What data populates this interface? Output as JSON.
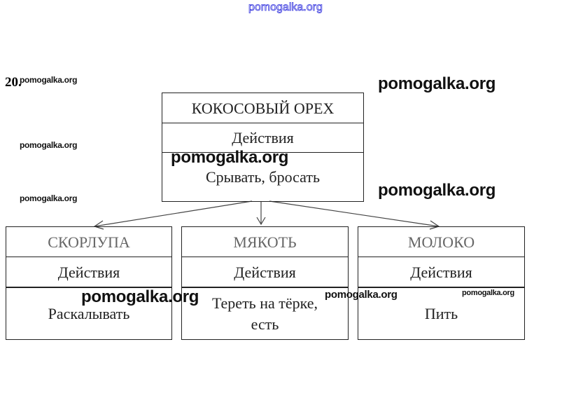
{
  "header_watermark": "pomogalka.org",
  "task_number": "20.",
  "root": {
    "title": "КОКОСОВЫЙ ОРЕХ",
    "section": "Действия",
    "actions": "Срывать, бросать"
  },
  "children": [
    {
      "title": "СКОРЛУПА",
      "section": "Действия",
      "actions": "Раскалывать"
    },
    {
      "title": "МЯКОТЬ",
      "section": "Действия",
      "actions": "Тереть на тёрке, есть"
    },
    {
      "title": "МОЛОКО",
      "section": "Действия",
      "actions": "Пить"
    }
  ],
  "watermark": "pomogalka.org"
}
